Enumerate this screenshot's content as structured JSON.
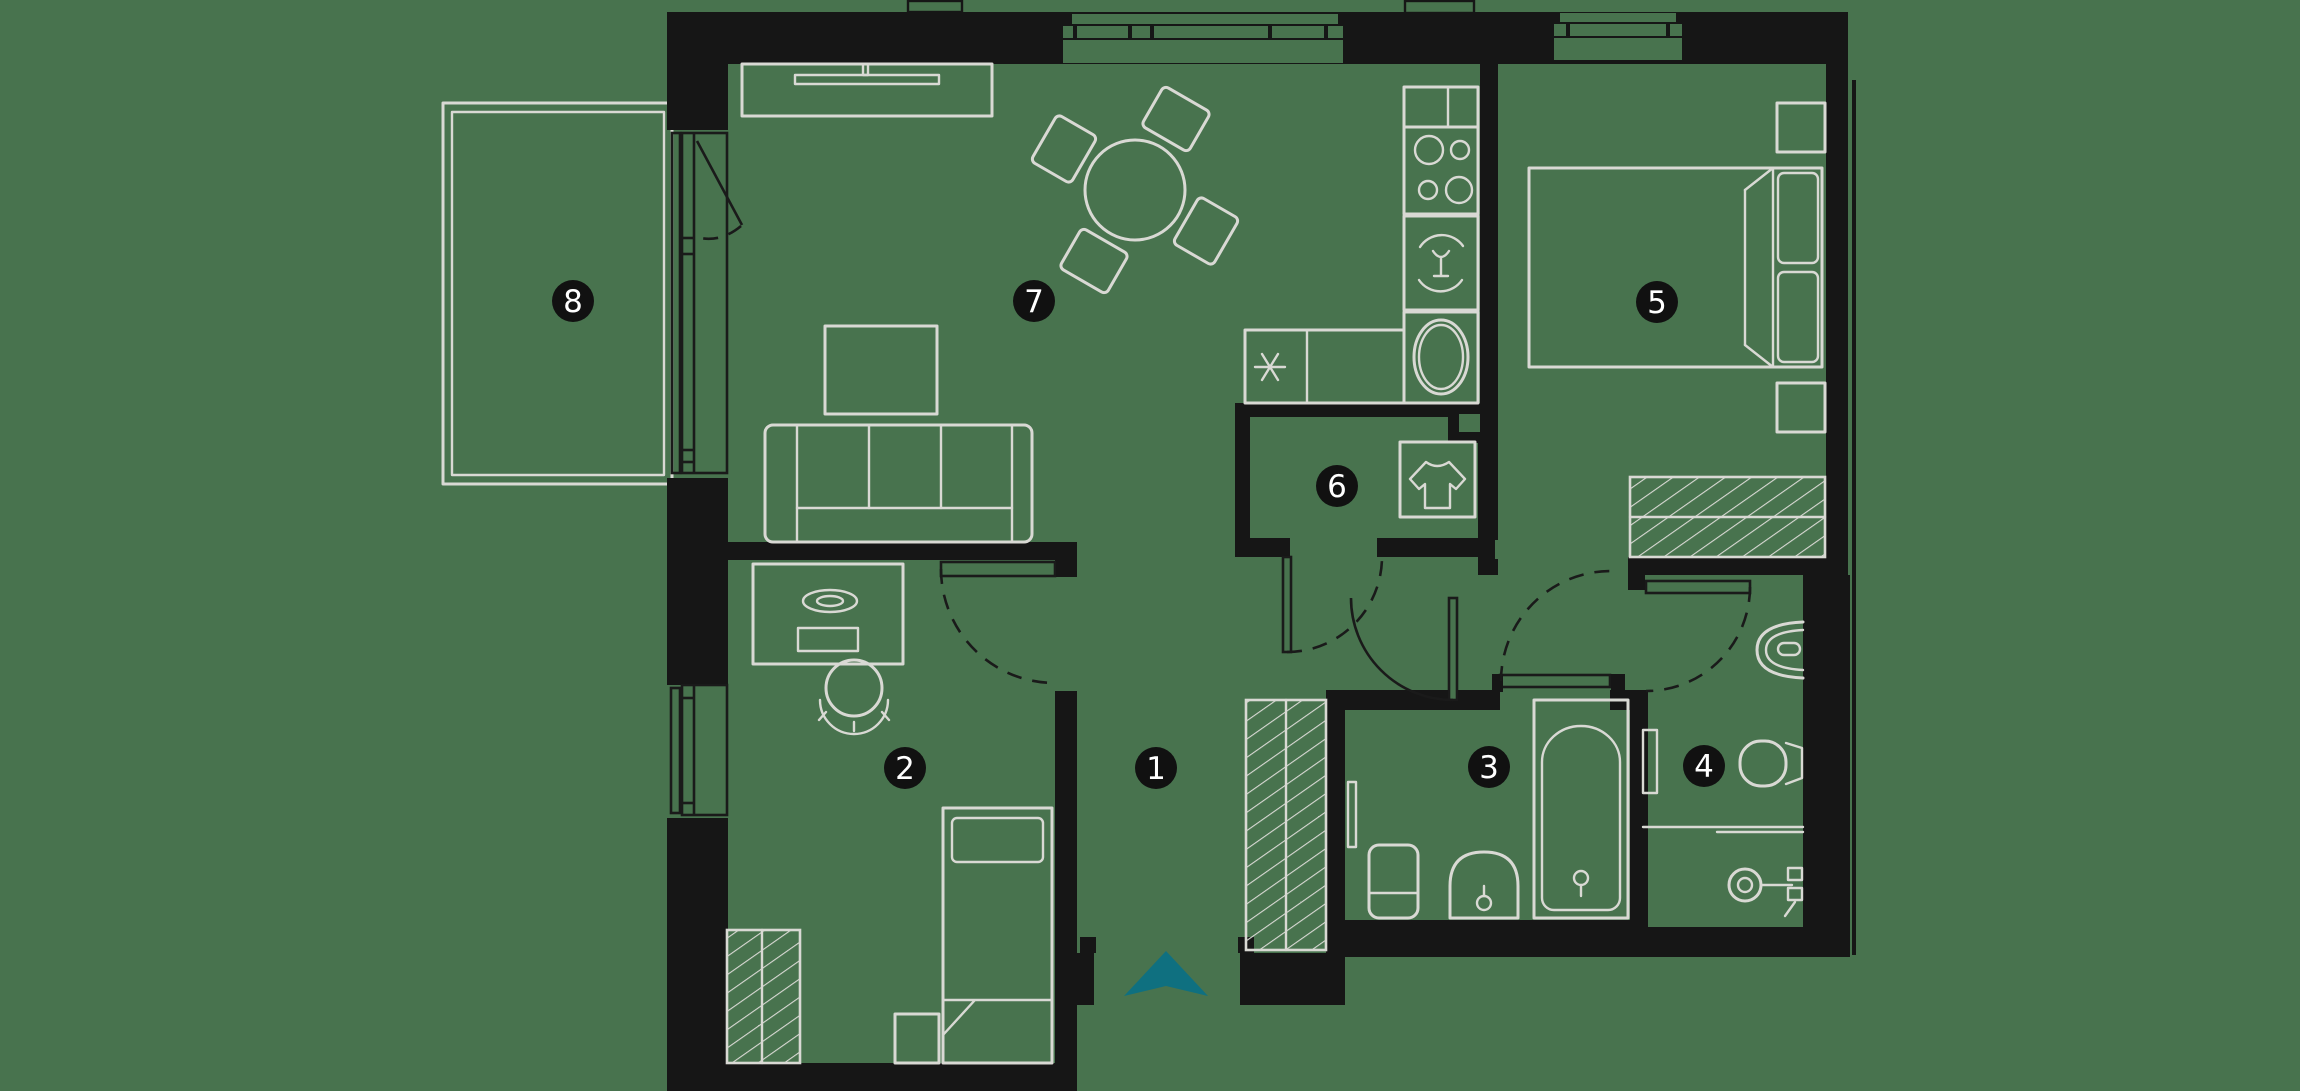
{
  "title": "apartment-floor-plan",
  "colors": {
    "bg": "#48734E",
    "wall": "#161616",
    "line": "#D9D9D4",
    "doorline": "#1A1A1A",
    "accent": "#0F7080",
    "label_bg": "#111111",
    "label_text": "#FFFFFF"
  },
  "entrance": {
    "marker_icon": "entrance-direction-arrow"
  },
  "rooms": [
    {
      "number": "1"
    },
    {
      "number": "2"
    },
    {
      "number": "3"
    },
    {
      "number": "4"
    },
    {
      "number": "5"
    },
    {
      "number": "6"
    },
    {
      "number": "7"
    },
    {
      "number": "8"
    }
  ]
}
